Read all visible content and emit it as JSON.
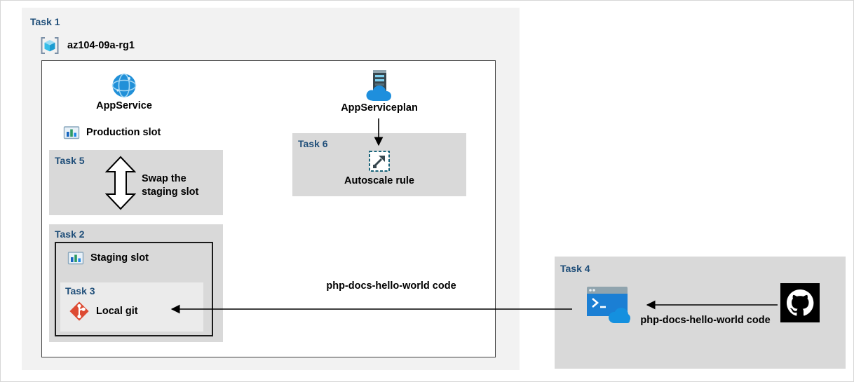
{
  "task1": {
    "label": "Task 1",
    "resource_group": "az104-09a-rg1"
  },
  "app_service": {
    "label": "AppService"
  },
  "app_service_plan": {
    "label": "AppServiceplan"
  },
  "production_slot": {
    "label": "Production slot"
  },
  "task5": {
    "label": "Task 5",
    "text": "Swap the staging slot"
  },
  "task6": {
    "label": "Task 6",
    "text": "Autoscale rule"
  },
  "task2": {
    "label": "Task 2",
    "staging_slot": "Staging slot"
  },
  "task3": {
    "label": "Task 3",
    "text": "Local git"
  },
  "code_label": "php-docs-hello-world code",
  "task4": {
    "label": "Task 4",
    "code_label": "php-docs-hello-world code"
  },
  "icons": {
    "resource_group": "azure-resource-group-cube",
    "app_service": "blue-globe-sphere",
    "app_service_plan": "server-rack-with-cloud",
    "slot": "framed-bar-chart",
    "swap": "vertical-double-arrow",
    "autoscale": "dashed-box-diagonal-arrow",
    "local_git": "red-git-diamond",
    "cloud_shell": "terminal-window-with-cloud",
    "github": "github-octocat-mark"
  },
  "colors": {
    "task_label": "#1f4e79",
    "container_bg": "#f2f2f2",
    "task_box_bg": "#d9d9d9",
    "task3_bg": "#ebebeb",
    "text": "#000000",
    "git_red": "#dd4b33",
    "azure_blue": "#2190d8",
    "cloud_blue": "#1e8fdd"
  }
}
